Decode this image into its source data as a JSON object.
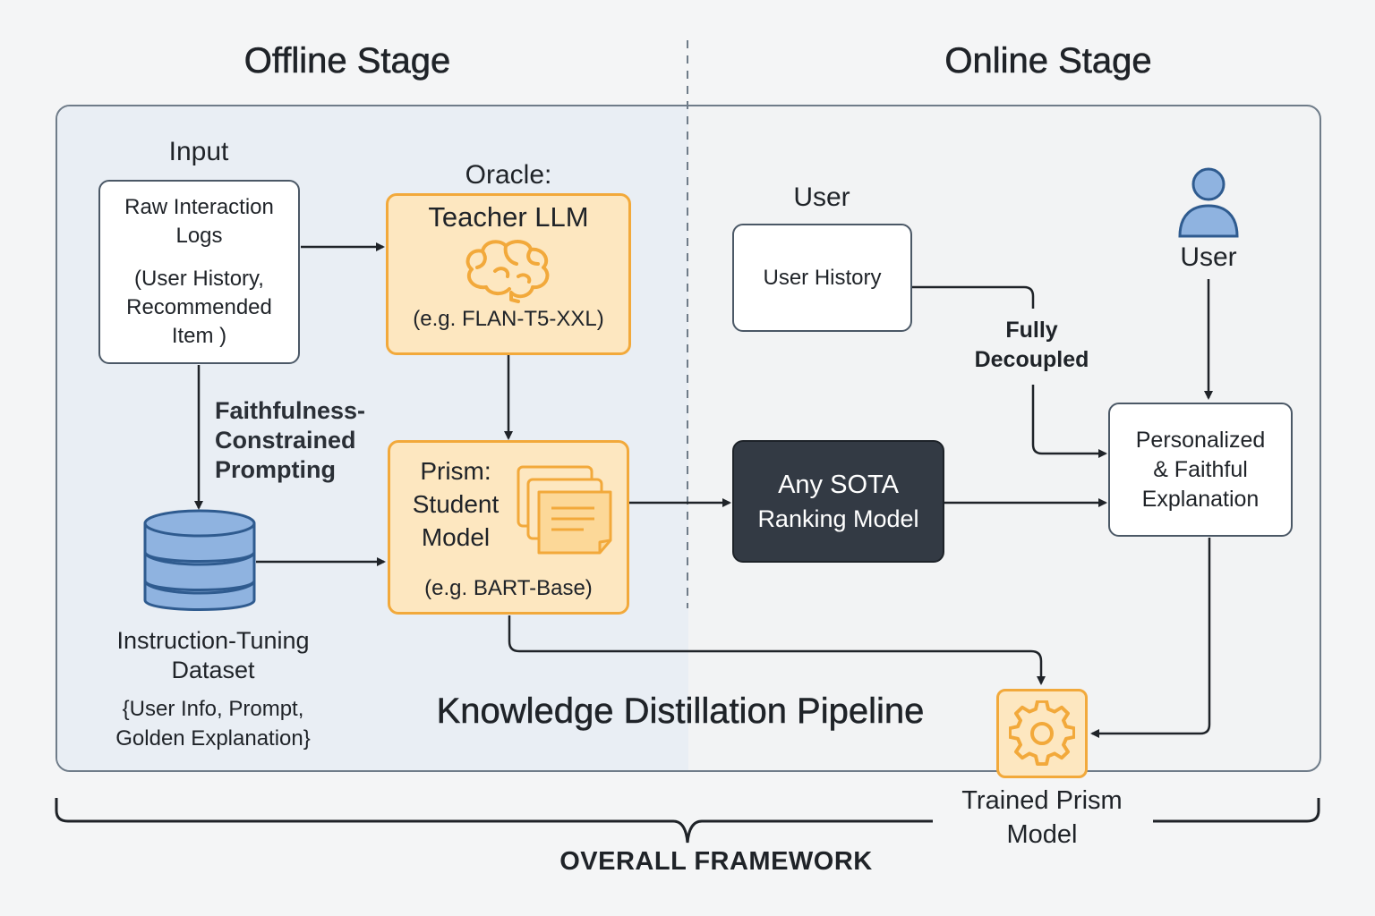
{
  "stages": {
    "offline_title": "Offline Stage",
    "online_title": "Online Stage"
  },
  "offline": {
    "input_heading": "Input",
    "raw_logs": {
      "line1": "Raw Interaction",
      "line2": "Logs",
      "line3": "(User History,",
      "line4": "Recommended",
      "line5": "Item )"
    },
    "oracle_heading": "Oracle:",
    "teacher": {
      "title": "Teacher LLM",
      "example": "(e.g. FLAN-T5-XXL)",
      "icon": "brain-icon"
    },
    "prompting_label": {
      "line1": "Faithfulness-",
      "line2": "Constrained",
      "line3": "Prompting"
    },
    "student": {
      "line1": "Prism:",
      "line2": "Student",
      "line3": "Model",
      "example": "(e.g. BART-Base)",
      "icon": "documents-icon"
    },
    "dataset": {
      "icon": "database-icon",
      "title_line1": "Instruction-Tuning",
      "title_line2": "Dataset",
      "content_line1": "{User Info, Prompt,",
      "content_line2": "Golden Explanation}"
    }
  },
  "online": {
    "user_heading": "User",
    "user_history": "User History",
    "decoupled_label": {
      "line1": "Fully",
      "line2": "Decoupled"
    },
    "user_icon_label": "User",
    "ranking_model": {
      "line1": "Any SOTA",
      "line2": "Ranking Model"
    },
    "explanation": {
      "line1": "Personalized",
      "line2": "& Faithful",
      "line3": "Explanation"
    },
    "trained_model": {
      "line1": "Trained Prism",
      "line2": "Model",
      "icon": "gear-icon"
    }
  },
  "pipeline_title": "Knowledge Distillation Pipeline",
  "framework_label": "OVERALL FRAMEWORK",
  "colors": {
    "orange_fill": "#fde7c0",
    "orange_stroke": "#f2a93b",
    "dark_box": "#333a44",
    "db_blue": "#8fb3e0",
    "user_blue": "#8fb3e0"
  }
}
